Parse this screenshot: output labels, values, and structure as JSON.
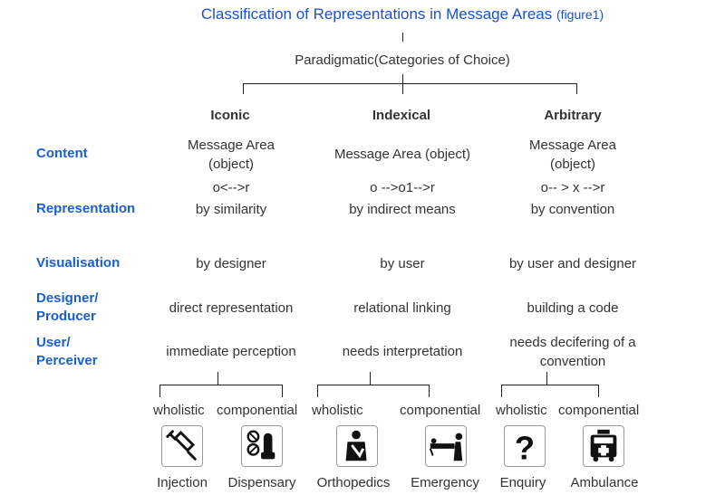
{
  "title": "Classification of Representations in Message Areas",
  "title_fig": "(figure1)",
  "paradigmatic": "Paradigmatic(Categories of Choice)",
  "columns": [
    "Iconic",
    "Indexical",
    "Arbitrary"
  ],
  "rows": {
    "content": {
      "label": "Content",
      "iconic": "Message Area (object)",
      "indexical": "Message Area (object)",
      "arbitrary": "Message Area (object)"
    },
    "formula": {
      "iconic": "o<-->r",
      "indexical": "o -->o1-->r",
      "arbitrary": "o-- > x -->r"
    },
    "representation": {
      "label": "Representation",
      "iconic": "by similarity",
      "indexical": "by indirect means",
      "arbitrary": "by convention"
    },
    "visualisation": {
      "label": "Visualisation",
      "iconic": "by designer",
      "indexical": "by user",
      "arbitrary": "by user and designer"
    },
    "designer": {
      "label_line1": "Designer/",
      "label_line2": "Producer",
      "iconic": "direct representation",
      "indexical": "relational linking",
      "arbitrary": "building a code"
    },
    "user": {
      "label_line1": "User/",
      "label_line2": "Perceiver",
      "iconic": "immediate perception",
      "indexical": "needs interpretation",
      "arbitrary": "needs decifering of a convention"
    }
  },
  "modes": [
    "wholistic",
    "componential",
    "wholistic",
    "componential",
    "wholistic",
    "componential"
  ],
  "icons": [
    {
      "name": "syringe-icon",
      "label": "Injection"
    },
    {
      "name": "pills-icon",
      "label": "Dispensary"
    },
    {
      "name": "arm-sling-icon",
      "label": "Orthopedics"
    },
    {
      "name": "stretcher-icon",
      "label": "Emergency"
    },
    {
      "name": "question-mark-icon",
      "label": "Enquiry"
    },
    {
      "name": "ambulance-icon",
      "label": "Ambulance"
    }
  ]
}
